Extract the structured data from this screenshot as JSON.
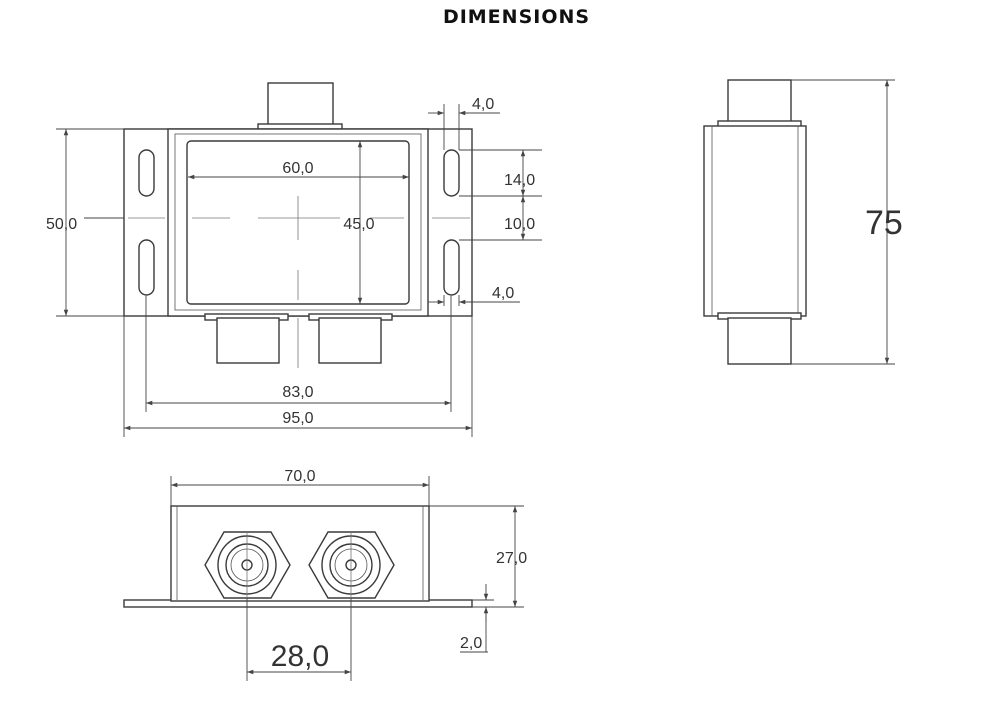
{
  "title": "DIMENSIONS",
  "front_view": {
    "inner_width": "60,0",
    "inner_height": "45,0",
    "overall_height": "50,0",
    "slot_spacing": "83,0",
    "overall_width": "95,0",
    "slot_width_top": "4,0",
    "slot_length": "14,0",
    "slot_gap": "10,0",
    "slot_width_bottom": "4,0"
  },
  "side_view": {
    "total_height": "75"
  },
  "bottom_view": {
    "body_width": "70,0",
    "body_height": "27,0",
    "connector_spacing": "28,0",
    "flange_thickness": "2,0"
  }
}
